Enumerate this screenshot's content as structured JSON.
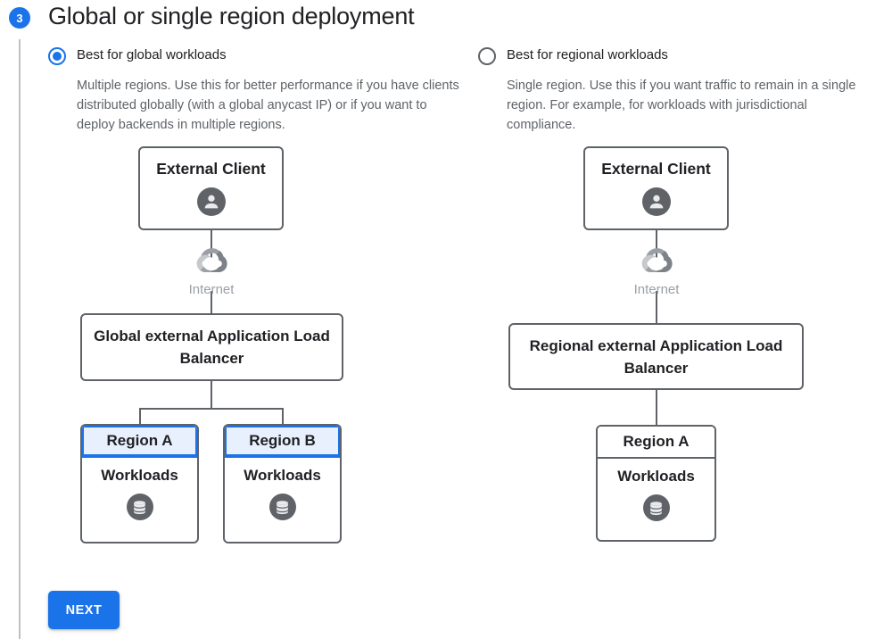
{
  "step": {
    "number": "3",
    "title": "Global or single region deployment"
  },
  "options": [
    {
      "id": "global",
      "selected": true,
      "label": "Best for global workloads",
      "description": "Multiple regions. Use this for better performance if you have clients distributed globally (with a global anycast IP) or if you want to deploy backends in multiple regions.",
      "diagram": {
        "client": {
          "title": "External Client",
          "icon": "person-icon"
        },
        "internet": {
          "label": "Internet",
          "icon": "cloud-icon"
        },
        "load_balancer": {
          "title": "Global external Application Load Balancer"
        },
        "regions": [
          {
            "name": "Region A",
            "body_title": "Workloads",
            "icon": "database-icon",
            "highlighted": true
          },
          {
            "name": "Region B",
            "body_title": "Workloads",
            "icon": "database-icon",
            "highlighted": true
          }
        ]
      }
    },
    {
      "id": "regional",
      "selected": false,
      "label": "Best for regional workloads",
      "description": "Single region. Use this if you want traffic to remain in a single region. For example, for workloads with jurisdictional compliance.",
      "diagram": {
        "client": {
          "title": "External Client",
          "icon": "person-icon"
        },
        "internet": {
          "label": "Internet",
          "icon": "cloud-icon"
        },
        "load_balancer": {
          "title": "Regional external Application Load Balancer"
        },
        "regions": [
          {
            "name": "Region A",
            "body_title": "Workloads",
            "icon": "database-icon",
            "highlighted": false
          }
        ]
      }
    }
  ],
  "actions": {
    "next_label": "NEXT"
  },
  "colors": {
    "accent_blue": "#1a73e8",
    "region_highlight_fill": "#e8f0fe",
    "node_border": "#5f6368",
    "muted_text": "#5f6368",
    "internet_label": "#9aa0a6",
    "rail": "#bdc1c6"
  }
}
